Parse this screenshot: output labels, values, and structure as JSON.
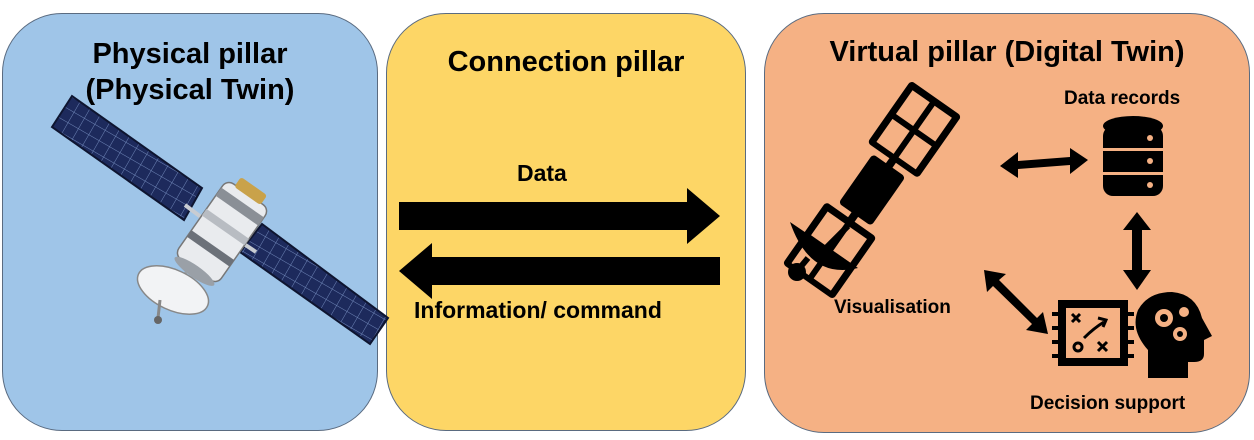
{
  "pillars": {
    "physical": {
      "title_line1": "Physical pillar",
      "title_line2": "(Physical Twin)"
    },
    "connection": {
      "title": "Connection pillar",
      "data_label": "Data",
      "info_label": "Information/ command"
    },
    "virtual": {
      "title": "Virtual pillar (Digital Twin)",
      "data_records_label": "Data records",
      "visualisation_label": "Visualisation",
      "decision_support_label": "Decision support"
    }
  },
  "icons": [
    "satellite-photo",
    "satellite-icon",
    "database-icon",
    "strategy-board-icon",
    "head-gears-icon",
    "double-arrow-icon"
  ],
  "colors": {
    "physical_bg": "#9fc5e8",
    "connection_bg": "#fdd666",
    "virtual_bg": "#f5b184"
  }
}
